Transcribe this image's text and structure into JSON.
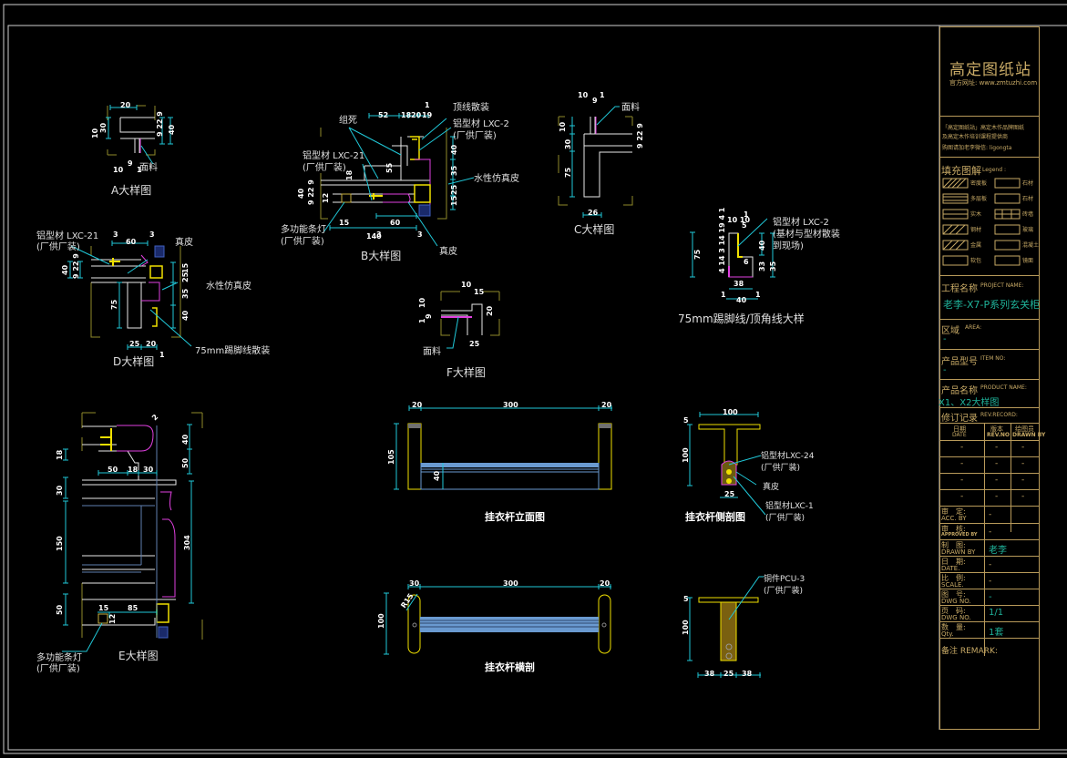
{
  "title_block": {
    "brand": "高定图纸站",
    "website": "官方网址: www.zmtuzhi.com",
    "notice_line1": "「高定图纸站」高定木作品牌图纸",
    "notice_line2": "及高定木作培训课程提供商",
    "notice_line3": "购图请加老李微信: ligongta",
    "legend_title": "填充图解",
    "legend_title_en": "Legend :",
    "legend_items": [
      {
        "pattern": "cross-hatch",
        "label": "密度板"
      },
      {
        "pattern": "dots",
        "label": "石材"
      },
      {
        "pattern": "lines",
        "label": "多层板"
      },
      {
        "pattern": "diagonal-fill",
        "label": "石材"
      },
      {
        "pattern": "wood",
        "label": "实木"
      },
      {
        "pattern": "brick",
        "label": "砖墙"
      },
      {
        "pattern": "diagonal",
        "label": "钢材"
      },
      {
        "pattern": "mesh",
        "label": "玻璃"
      },
      {
        "pattern": "diagonal",
        "label": "金属"
      },
      {
        "pattern": "dots",
        "label": "混凝土"
      },
      {
        "pattern": "grid",
        "label": "软包"
      },
      {
        "pattern": "glass",
        "label": "镜面"
      }
    ],
    "project_name_label": "工程名称",
    "project_name_label_en": "PROJECT NAME:",
    "project_name": "老李-X7-P系列玄关柜",
    "area_label": "区域",
    "area_label_en": "AREA:",
    "area_value": "-",
    "item_no_label": "产品型号",
    "item_no_label_en": "ITEM NO:",
    "item_no_value": "-",
    "product_name_label": "产品名称",
    "product_name_label_en": "PRODUCT NAME:",
    "product_name": "X1、X2大样图",
    "rev_label": "修订记录",
    "rev_label_en": "REV.RECORD:",
    "rev_headers": [
      {
        "cn": "日期",
        "en": "DATE"
      },
      {
        "cn": "版本",
        "en": "REV.NO"
      },
      {
        "cn": "绘图员",
        "en": "DRAWN BY"
      }
    ],
    "rev_rows": [
      [
        "-",
        "-",
        "-"
      ],
      [
        "-",
        "-",
        "-"
      ],
      [
        "-",
        "-",
        "-"
      ],
      [
        "-",
        "-",
        "-"
      ]
    ],
    "fields": [
      {
        "cn": "审　定:",
        "en": "ACC. BY",
        "value": "-",
        "highlight": false
      },
      {
        "cn": "审　核:",
        "en": "APPROVED BY",
        "value": "-",
        "highlight": false
      },
      {
        "cn": "制　图:",
        "en": "DRAWN BY",
        "value": "老李",
        "highlight": true
      },
      {
        "cn": "日　期:",
        "en": "DATE.",
        "value": "-",
        "highlight": false
      },
      {
        "cn": "比　例:",
        "en": "SCALE.",
        "value": "-",
        "highlight": false
      },
      {
        "cn": "图　号:",
        "en": "DWG NO.",
        "value": "-",
        "highlight": true
      },
      {
        "cn": "页　码:",
        "en": "DWG NO.",
        "value": "1/1",
        "highlight": true
      },
      {
        "cn": "数　量:",
        "en": "Qty.",
        "value": "1套",
        "highlight": true
      }
    ],
    "remark_label": "备注 REMARK:"
  },
  "details": {
    "A": {
      "title": "A大样图",
      "dims": [
        "20",
        "10",
        "30",
        "9",
        "22",
        "9",
        "40",
        "10",
        "9",
        "1"
      ],
      "notes": [
        "面料"
      ]
    },
    "B": {
      "title": "B大样图",
      "dims": [
        "52",
        "18",
        "20",
        "19",
        "1",
        "40",
        "35",
        "25",
        "15",
        "55",
        "18",
        "9",
        "22",
        "9",
        "40",
        "12",
        "15",
        "60",
        "3",
        "3",
        "140"
      ],
      "notes": [
        "组死",
        "顶线散装",
        "铝型材 LXC-2",
        "(厂供厂装)",
        "铝型材 LXC-21",
        "(厂供厂装)",
        "水性仿真皮",
        "多功能条灯",
        "(厂供厂装)",
        "真皮"
      ]
    },
    "C": {
      "title": "C大样图",
      "dims": [
        "10",
        "9",
        "1",
        "10",
        "30",
        "75",
        "26",
        "9",
        "22",
        "9"
      ],
      "notes": [
        "面料"
      ]
    },
    "D": {
      "title": "D大样图",
      "dims": [
        "3",
        "60",
        "3",
        "9",
        "22",
        "9",
        "40",
        "75",
        "15",
        "25",
        "35",
        "40",
        "25",
        "20",
        "1"
      ],
      "notes": [
        "铝型材 LXC-21",
        "(厂供厂装)",
        "真皮",
        "水性仿真皮",
        "75mm踢脚线散装"
      ]
    },
    "F": {
      "title": "F大样图",
      "dims": [
        "10",
        "15",
        "10",
        "9",
        "1",
        "20",
        "25"
      ],
      "notes": [
        "面料"
      ]
    },
    "skirting": {
      "title": "75mm踢脚线/顶角线大样",
      "dims": [
        "10",
        "10",
        "1",
        "5",
        "75",
        "4",
        "4",
        "14",
        "3",
        "14",
        "19",
        "4",
        "1",
        "40",
        "33",
        "35",
        "38",
        "1",
        "40",
        "1",
        "6"
      ],
      "notes": [
        "铝型材 LXC-2",
        "(基材与型材散装",
        "到现场)"
      ]
    },
    "E": {
      "title": "E大样图",
      "dims": [
        "2",
        "18",
        "50",
        "18",
        "30",
        "40",
        "50",
        "30",
        "150",
        "304",
        "50",
        "15",
        "85",
        "12"
      ],
      "notes": [
        "多功能条灯",
        "(厂供厂装)"
      ]
    },
    "rail_elevation": {
      "title": "挂衣杆立面图",
      "dims": [
        "20",
        "300",
        "20",
        "105",
        "40"
      ]
    },
    "rail_section": {
      "title": "挂衣杆侧剖图",
      "dims": [
        "100",
        "5",
        "100",
        "25"
      ],
      "notes": [
        "铝型材LXC-24",
        "(厂供厂装)",
        "真皮",
        "铝型材LXC-1",
        "(厂供厂装)"
      ]
    },
    "rail_plan": {
      "title": "挂衣杆横剖",
      "dims": [
        "30",
        "300",
        "20",
        "R15",
        "100"
      ]
    },
    "rail_bracket": {
      "dims": [
        "5",
        "100",
        "38",
        "25",
        "38"
      ],
      "notes": [
        "铜件PCU-3",
        "(厂供厂装)"
      ]
    }
  }
}
